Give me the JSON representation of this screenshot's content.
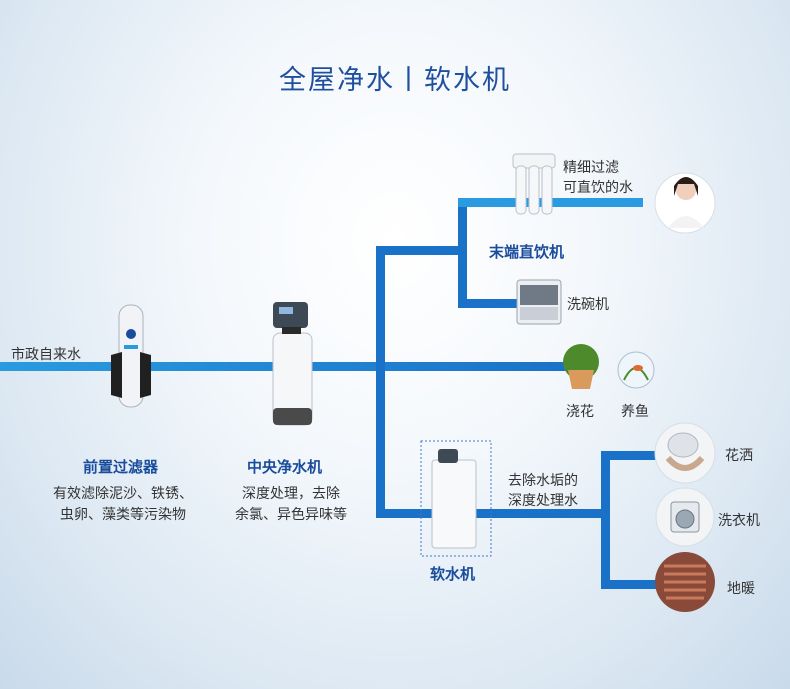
{
  "title": "全屋净水丨软水机",
  "source_label": "市政自来水",
  "pre_filter": {
    "name": "前置过滤器",
    "desc1": "有效滤除泥沙、铁锈、",
    "desc2": "虫卵、藻类等污染物"
  },
  "central": {
    "name": "中央净水机",
    "desc1": "深度处理，去除",
    "desc2": "余氯、异色异味等"
  },
  "terminal": {
    "name": "末端直饮机",
    "fine1": "精细过滤",
    "fine2": "可直饮的水",
    "dishwasher": "洗碗机"
  },
  "plants": {
    "water_flowers": "浇花",
    "fish": "养鱼"
  },
  "softener": {
    "name": "软水机",
    "desc1": "去除水垢的",
    "desc2": "深度处理水"
  },
  "outputs": {
    "shower": "花洒",
    "washer": "洗衣机",
    "floor_heat": "地暖"
  },
  "colors": {
    "pipe_main": "#1a72c8",
    "pipe_light": "#2a9be0",
    "title": "#1f4f9e",
    "label_blue": "#1a4c9c"
  }
}
